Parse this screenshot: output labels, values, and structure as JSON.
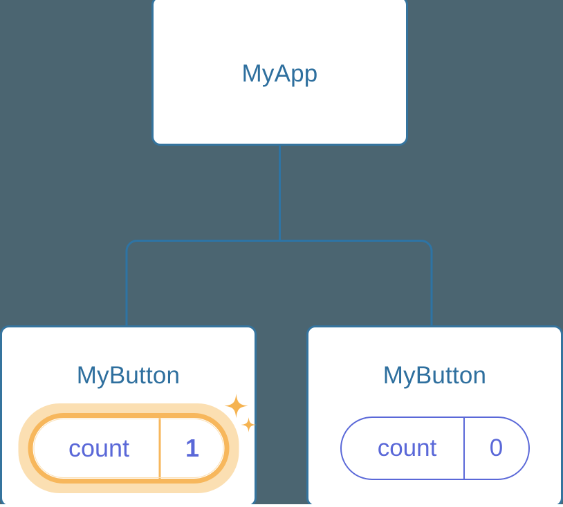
{
  "diagram": {
    "type": "component-tree",
    "background_color": "#4b6571",
    "edge_color": "#2e74a4",
    "node_border_color": "#35749e",
    "node_fill_color": "#ffffff",
    "title_color": "#2e6f9e",
    "state_color": "#5a68d8",
    "highlight_color": "#f7b75c",
    "highlight_glow_color": "#fbdfb2"
  },
  "root": {
    "title": "MyApp"
  },
  "children": [
    {
      "title": "MyButton",
      "state": {
        "key": "count",
        "value": "1"
      },
      "highlighted": true,
      "sparkle_icon": "sparkles-icon"
    },
    {
      "title": "MyButton",
      "state": {
        "key": "count",
        "value": "0"
      },
      "highlighted": false
    }
  ]
}
